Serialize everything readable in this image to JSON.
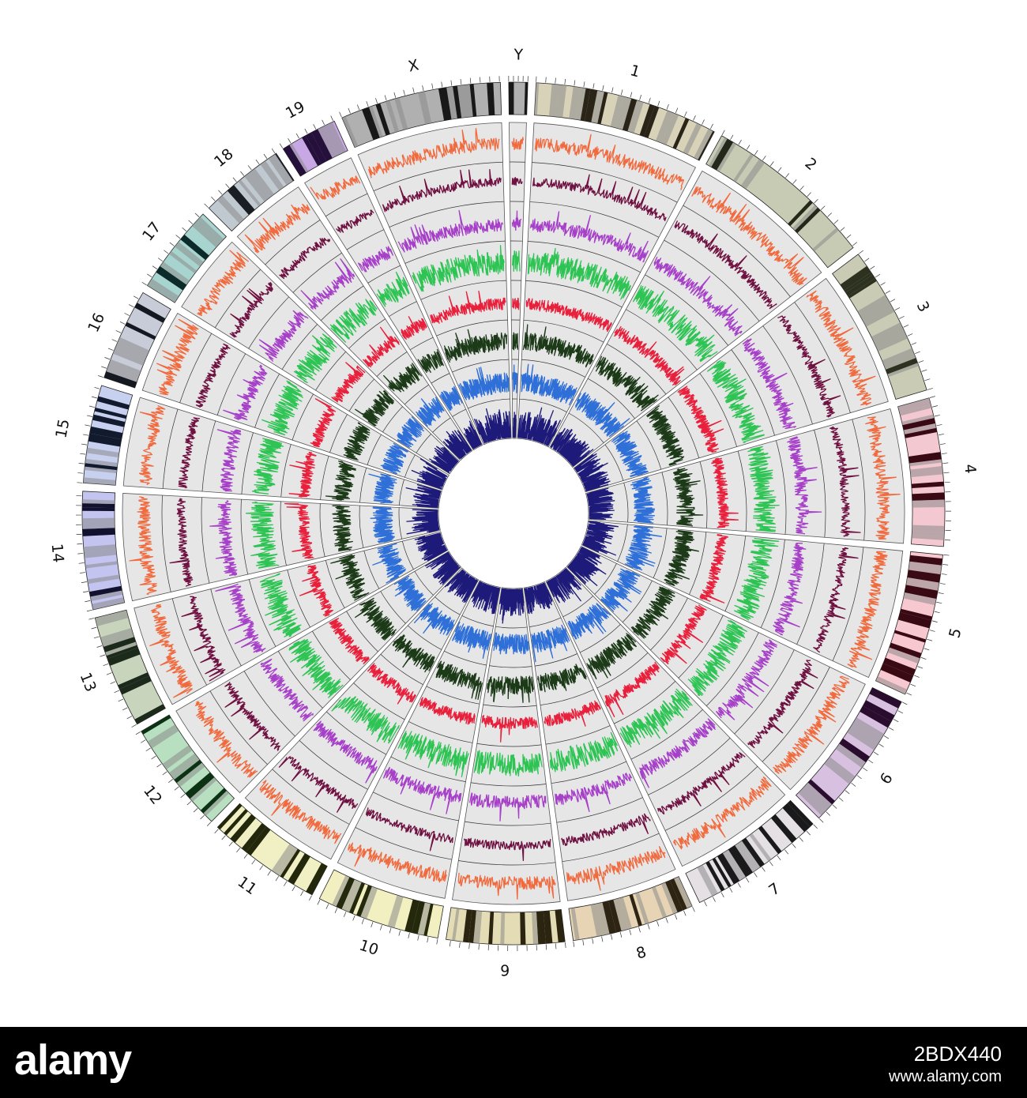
{
  "chart_data": {
    "type": "line",
    "layout": "circular",
    "chromosomes": [
      {
        "name": "1",
        "length": 195
      },
      {
        "name": "2",
        "length": 182
      },
      {
        "name": "3",
        "length": 160
      },
      {
        "name": "4",
        "length": 157
      },
      {
        "name": "5",
        "length": 152
      },
      {
        "name": "6",
        "length": 150
      },
      {
        "name": "7",
        "length": 145
      },
      {
        "name": "8",
        "length": 130
      },
      {
        "name": "9",
        "length": 125
      },
      {
        "name": "10",
        "length": 131
      },
      {
        "name": "11",
        "length": 122
      },
      {
        "name": "12",
        "length": 120
      },
      {
        "name": "13",
        "length": 120
      },
      {
        "name": "14",
        "length": 125
      },
      {
        "name": "15",
        "length": 104
      },
      {
        "name": "16",
        "length": 98
      },
      {
        "name": "17",
        "length": 95
      },
      {
        "name": "18",
        "length": 91
      },
      {
        "name": "19",
        "length": 61
      },
      {
        "name": "X",
        "length": 171
      },
      {
        "name": "Y",
        "length": 20
      }
    ],
    "ideogram_colors": [
      "#2a2418",
      "#23281a",
      "#2d3220",
      "#3a0a14",
      "#3a0a14",
      "#2a0c2e",
      "#1a1a1a",
      "#2e2414",
      "#2a2410",
      "#24280c",
      "#23280c",
      "#0c3214",
      "#1c2a1c",
      "#12122e",
      "#121a2e",
      "#141820",
      "#0c2a2a",
      "#1a1e24",
      "#24103a",
      "#181818",
      "#181818"
    ],
    "ideogram_light_colors": [
      "#d8d2b8",
      "#c8cbb4",
      "#c9cbb4",
      "#f4c8d0",
      "#f8c8d0",
      "#d8c0e0",
      "#e4e0e4",
      "#e6d4b4",
      "#e4dcb4",
      "#f2f0c0",
      "#f0f0c4",
      "#b8e0c0",
      "#c8d4bc",
      "#c4c4f0",
      "#c8d0f0",
      "#c8ccd8",
      "#a8d4d0",
      "#c0c8d0",
      "#c8a8e4",
      "#b0b0b0",
      "#b0b0b0"
    ],
    "series": [
      {
        "color": "#f06a3e",
        "level": 0.5,
        "noise": 0.18
      },
      {
        "color": "#6e1040",
        "level": 0.55,
        "noise": 0.12
      },
      {
        "color": "#a640c8",
        "level": 0.45,
        "noise": 0.18
      },
      {
        "color": "#2ec454",
        "level": 0.5,
        "noise": 0.32
      },
      {
        "color": "#e8203c",
        "level": 0.45,
        "noise": 0.16
      },
      {
        "color": "#1c3a18",
        "level": 0.5,
        "noise": 0.25
      },
      {
        "color": "#2f6fd8",
        "level": 0.45,
        "noise": 0.28
      },
      {
        "color": "#1e1a7a",
        "level": 0.2,
        "noise": 0.55
      }
    ],
    "track_background": "#e6e6e6",
    "gap_degrees": 1.1,
    "rotation_offset_degrees": 3
  }
}
